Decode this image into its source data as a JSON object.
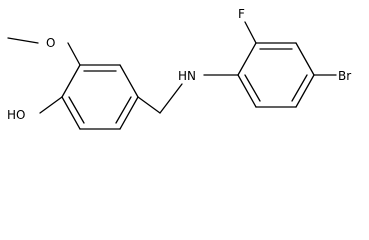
{
  "structure": {
    "atoms": {
      "hydroxyl": "HO",
      "methoxy_oxygen": "O",
      "amine": "HN",
      "fluorine": "F",
      "bromine": "Br"
    },
    "colors": {
      "bond": "#000000",
      "label": "#000000",
      "background": "#ffffff"
    }
  }
}
